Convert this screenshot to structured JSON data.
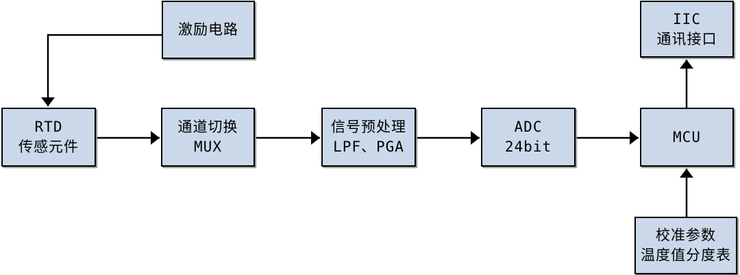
{
  "diagram": {
    "title": "RTD temperature acquisition block diagram",
    "background_color": "#ffffff",
    "node_fill": "#cbd8e9",
    "node_border_color": "#000000",
    "arrow_color": "#000000",
    "nodes": {
      "excitation": {
        "lines": [
          "激励电路"
        ]
      },
      "rtd": {
        "lines": [
          "RTD",
          "传感元件"
        ]
      },
      "mux": {
        "lines": [
          "通道切换",
          "MUX"
        ]
      },
      "preprocess": {
        "lines": [
          "信号预处理",
          "LPF、PGA"
        ]
      },
      "adc": {
        "lines": [
          "ADC",
          "24bit"
        ]
      },
      "mcu": {
        "lines": [
          "MCU"
        ]
      },
      "iic": {
        "lines": [
          "IIC",
          "通讯接口"
        ]
      },
      "calibration": {
        "lines": [
          "校准参数",
          "温度值分度表"
        ]
      }
    },
    "edges": [
      {
        "from": "excitation",
        "to": "rtd"
      },
      {
        "from": "rtd",
        "to": "mux"
      },
      {
        "from": "mux",
        "to": "preprocess"
      },
      {
        "from": "preprocess",
        "to": "adc"
      },
      {
        "from": "adc",
        "to": "mcu"
      },
      {
        "from": "mcu",
        "to": "iic"
      },
      {
        "from": "calibration",
        "to": "mcu"
      }
    ]
  }
}
